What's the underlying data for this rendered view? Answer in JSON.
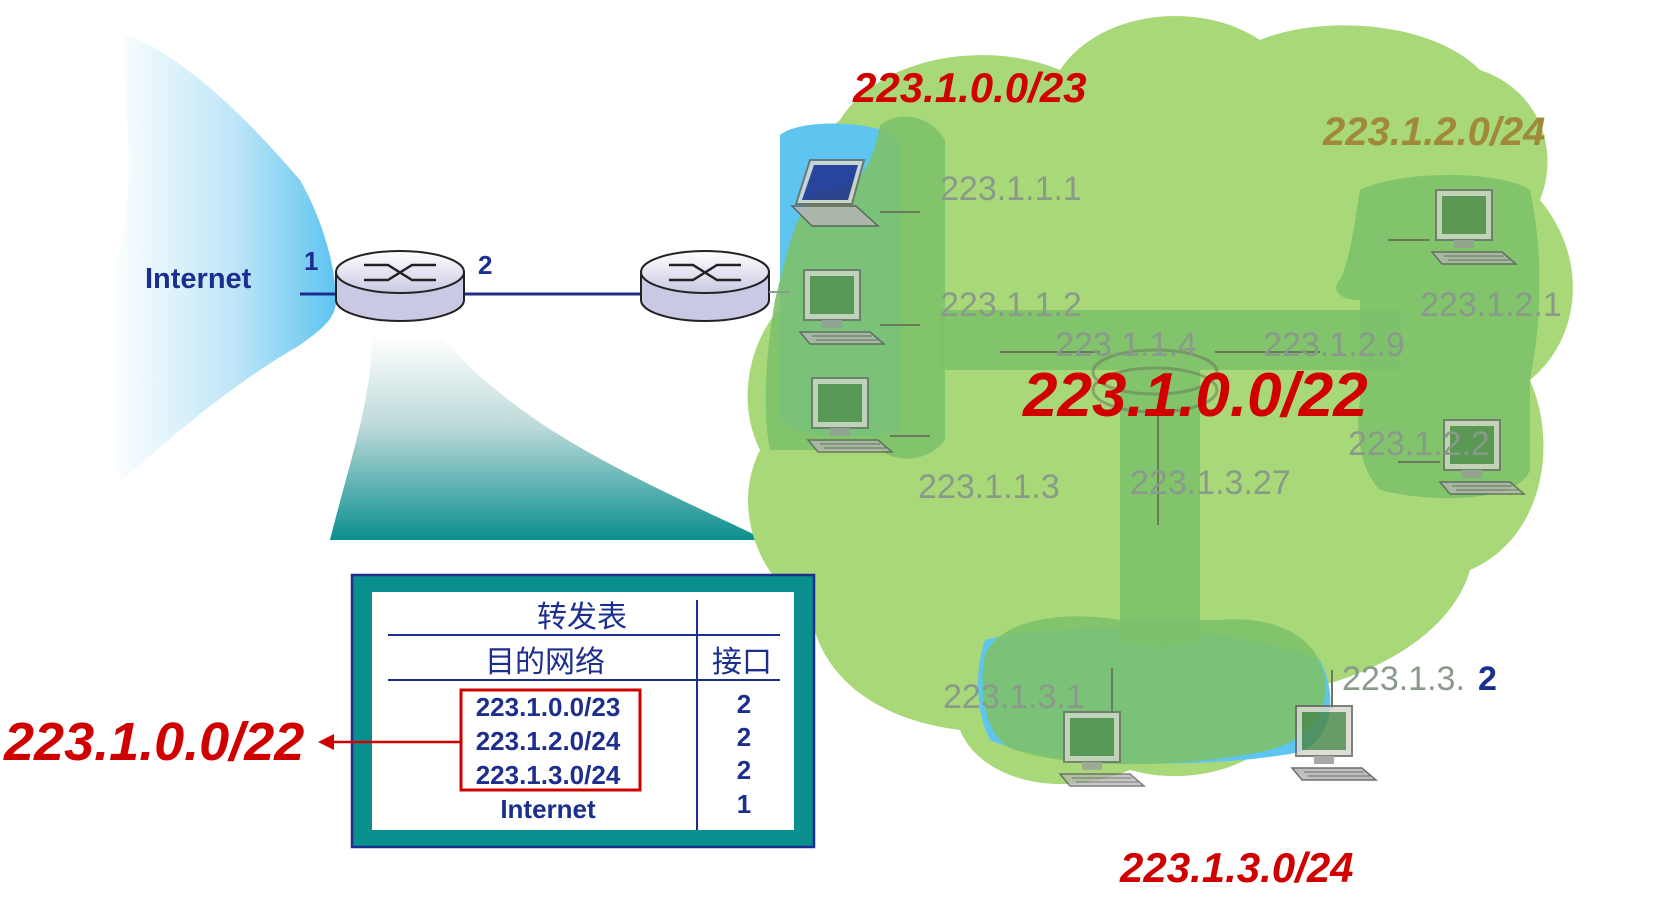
{
  "left_cloud": {
    "label": "Internet"
  },
  "router_left": {
    "port1": "1",
    "port2": "2"
  },
  "subnets": {
    "aggregate_title": "223.1.0.0/22",
    "subnet_a": "223.1.0.0/23",
    "subnet_b": "223.1.2.0/24",
    "subnet_c": "223.1.3.0/24"
  },
  "hosts": {
    "h111": "223.1.1.1",
    "h112": "223.1.1.2",
    "h113": "223.1.1.3",
    "r114": "223.1.1.4",
    "r129": "223.1.2.9",
    "h121": "223.1.2.1",
    "h122": "223.1.2.2",
    "r1327": "223.1.3.27",
    "h131": "223.1.3.1",
    "h132_prefix": "223.1.3.",
    "h132_suffix": "2"
  },
  "forwarding_table": {
    "title": "转发表",
    "col_dest": "目的网络",
    "col_iface": "接口",
    "rows": [
      {
        "dest": "223.1.0.0/23",
        "iface": "2"
      },
      {
        "dest": "223.1.2.0/24",
        "iface": "2"
      },
      {
        "dest": "223.1.3.0/24",
        "iface": "2"
      },
      {
        "dest": "Internet",
        "iface": "1"
      }
    ]
  },
  "aggregation_label": "223.1.0.0/22",
  "colors": {
    "cloud_green": "#a8d878",
    "subnet_green": "#7cc26a",
    "internet_blue": "#5ec4f0",
    "teal": "#0a8f8f",
    "red": "#d10000",
    "navy": "#1c2f8e"
  }
}
